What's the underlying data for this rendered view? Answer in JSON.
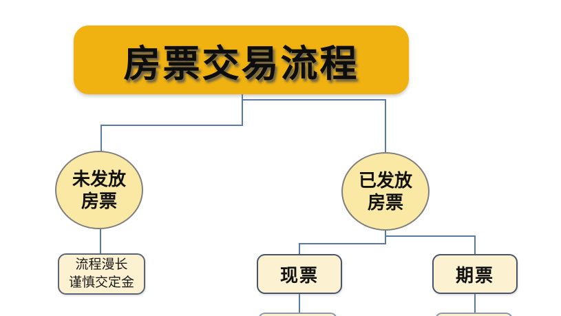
{
  "title": "房票交易流程",
  "nodes": {
    "unissued": {
      "line1": "未发放",
      "line2": "房票"
    },
    "issued": {
      "line1": "已发放",
      "line2": "房票"
    },
    "note": {
      "line1": "流程漫长",
      "line2": "谨慎交定金"
    },
    "spot": {
      "label": "现票"
    },
    "forward": {
      "label": "期票"
    }
  },
  "colors": {
    "title_fill": "#f0b211",
    "circle_fill": "#fae9a4",
    "circle_border": "#7f7f7f",
    "box_fill": "#fcf2d2",
    "box_border": "#46536b",
    "connector": "#5b79a5",
    "background": "#ffffff",
    "text": "#0d0d0d"
  }
}
